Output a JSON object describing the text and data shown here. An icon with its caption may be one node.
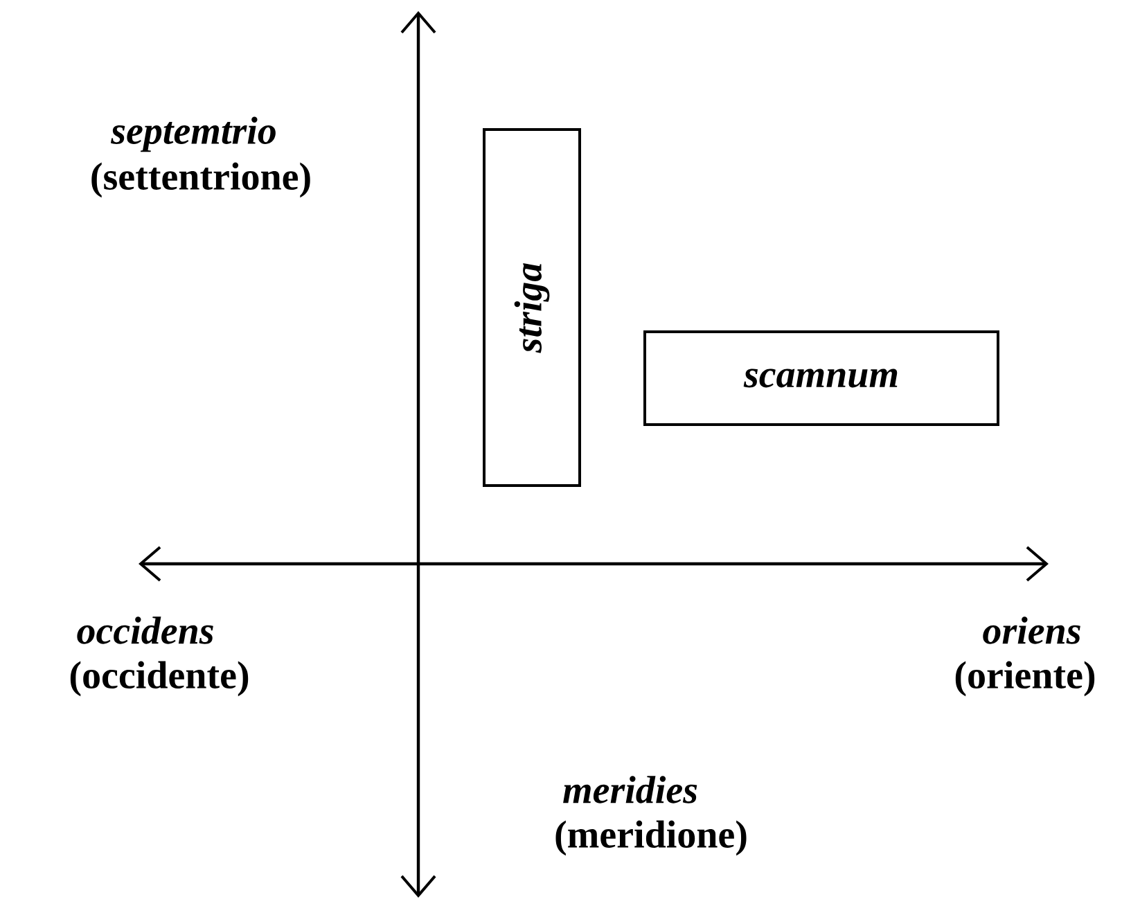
{
  "diagram": {
    "nodes": [
      {
        "text": [
          "striga"
        ]
      },
      {
        "text": [
          "scamnum"
        ]
      }
    ],
    "edges": [],
    "labels": [
      "septemtrio",
      "(settentrione)",
      "occidens",
      "(occidente)",
      "oriens",
      "(oriente)",
      "meridies",
      "(meridione)"
    ]
  }
}
